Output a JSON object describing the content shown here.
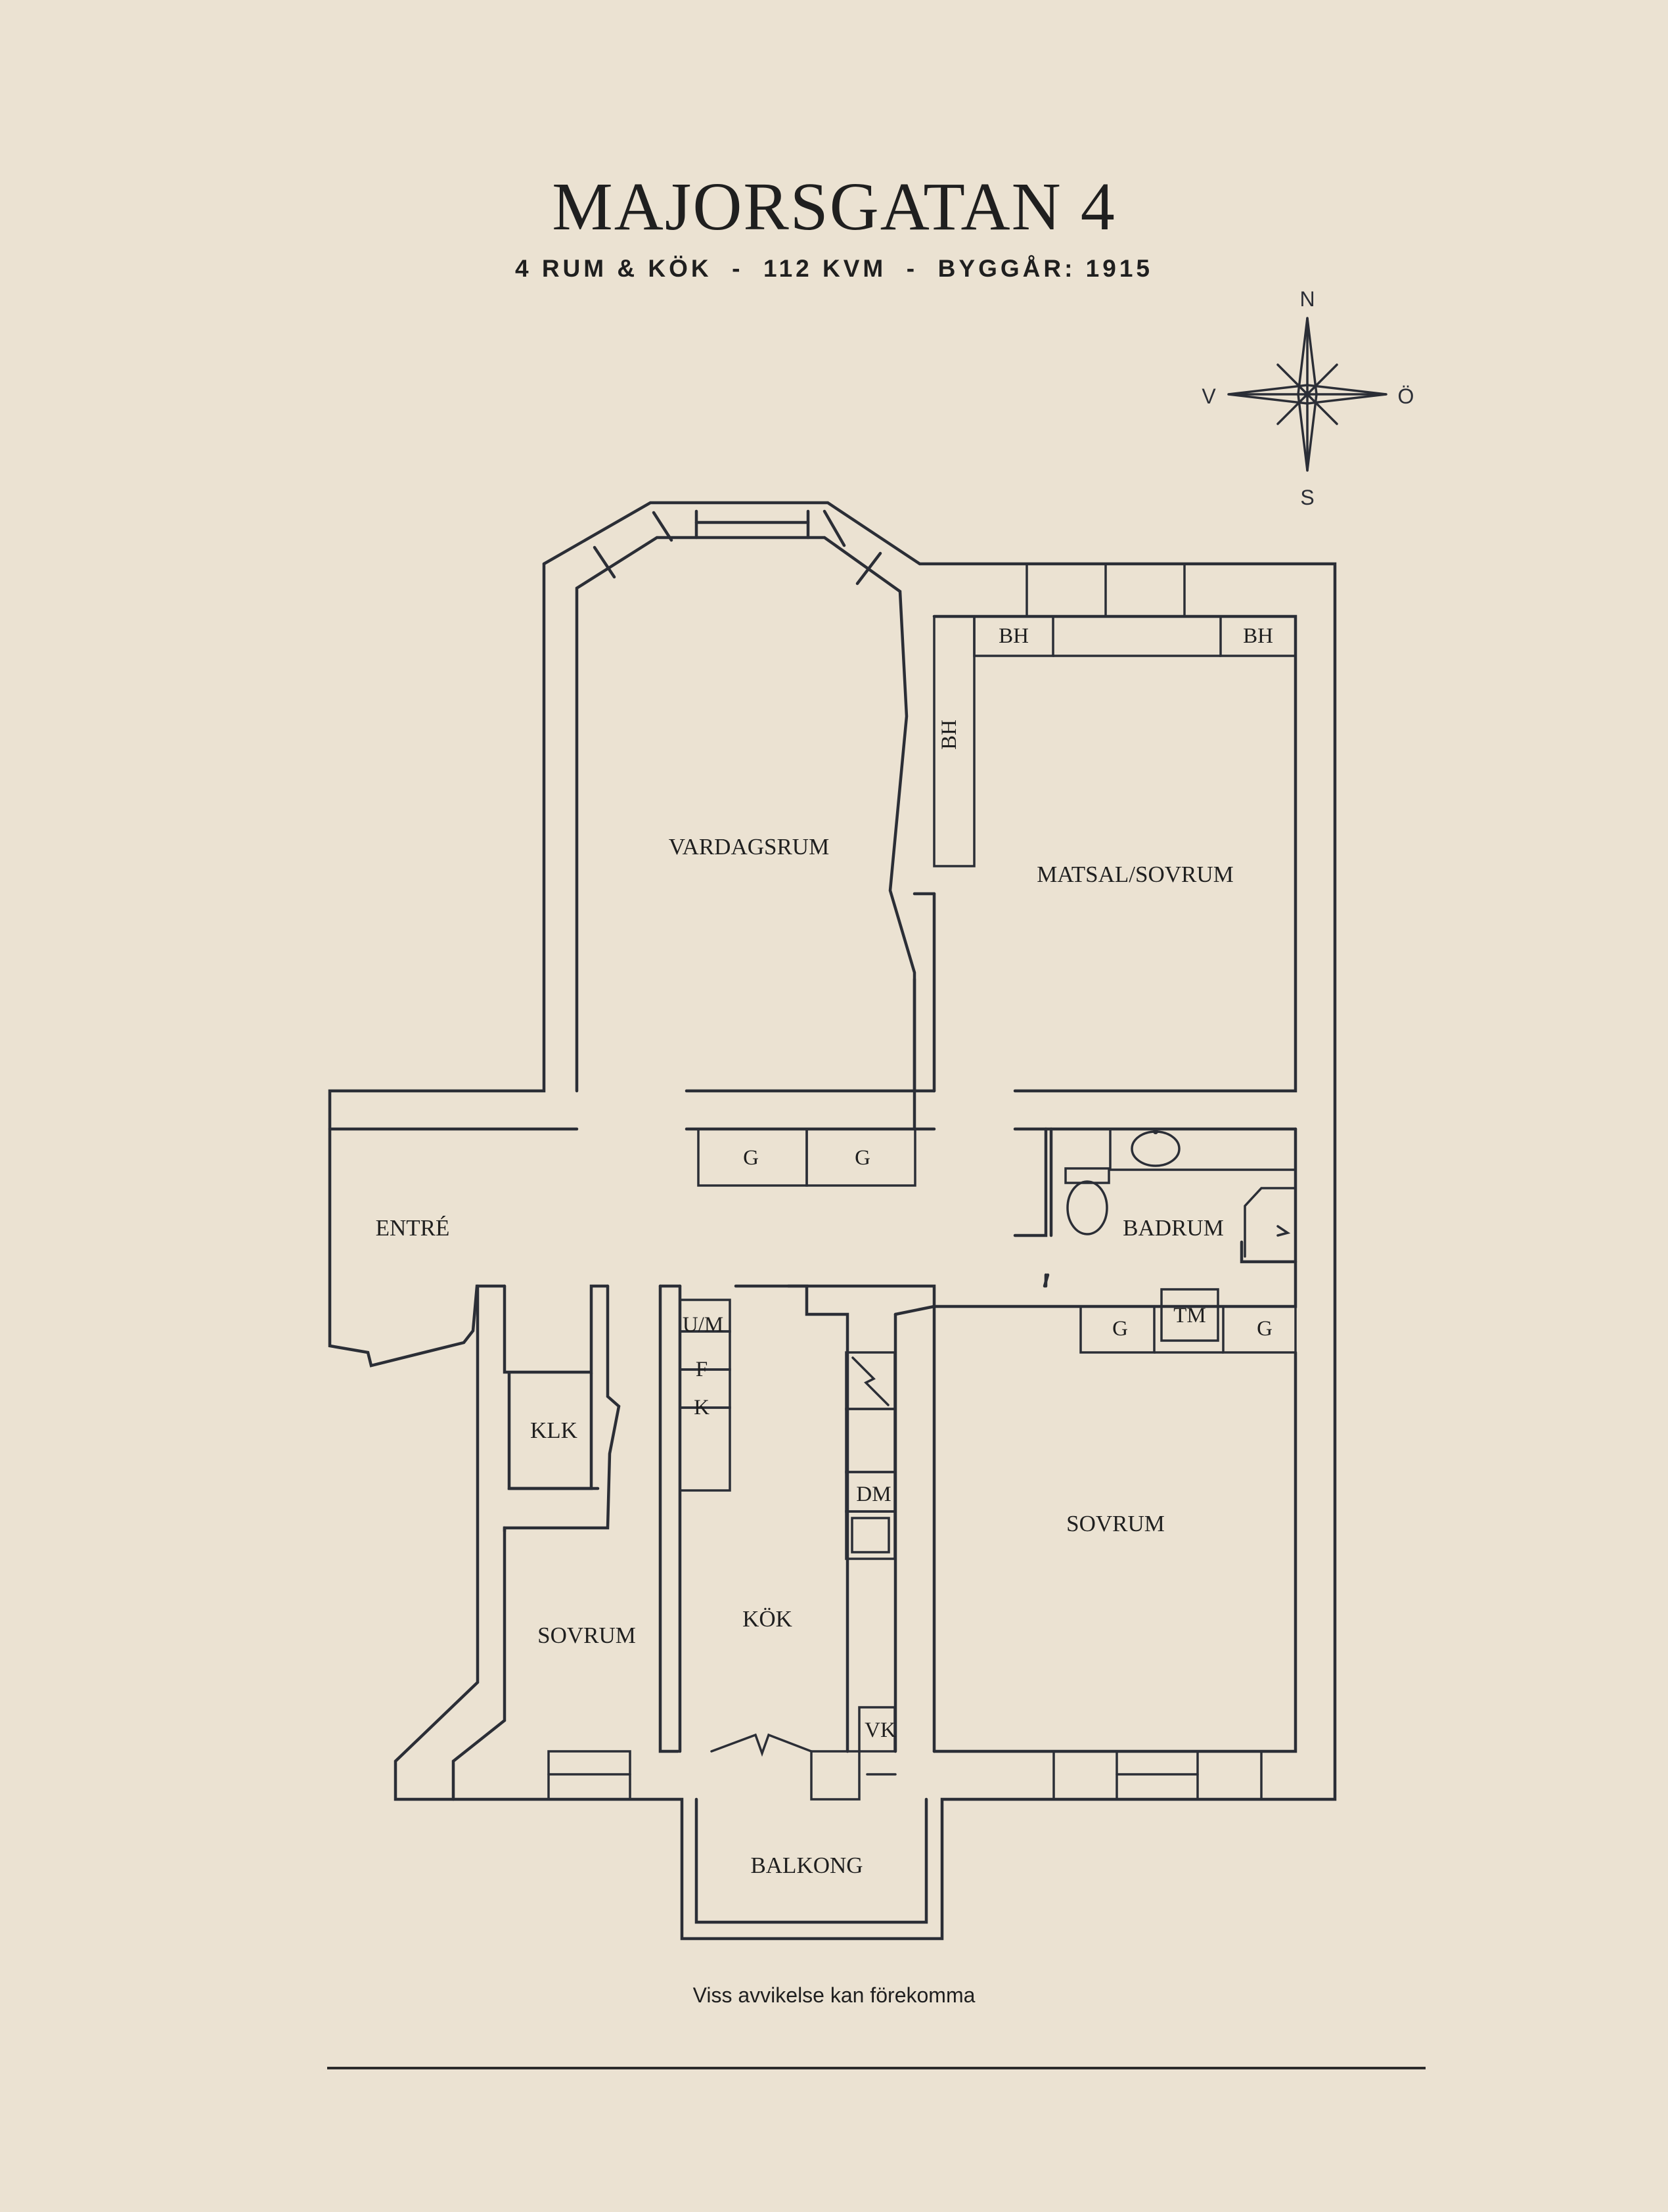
{
  "title": "MAJORSGATAN 4",
  "subtitle": "4 RUM & KÖK  -  112 KVM  -  BYGGÅR: 1915",
  "compass": {
    "n": "N",
    "s": "S",
    "w": "V",
    "e": "Ö"
  },
  "rooms": {
    "vardagsrum": "VARDAGSRUM",
    "matsal": "MATSAL/SOVRUM",
    "entre": "ENTRÉ",
    "badrum": "BADRUM",
    "klk": "KLK",
    "sovrum_left": "SOVRUM",
    "kok": "KÖK",
    "sovrum_right": "SOVRUM",
    "balkong": "BALKONG"
  },
  "fixtures": {
    "bh_top_left": "BH",
    "bh_top_right": "BH",
    "bh_vertical": "BH",
    "g_hall_1": "G",
    "g_hall_2": "G",
    "um": "U/M",
    "f": "F",
    "k": "K",
    "dm": "DM",
    "vk": "VK",
    "g_bed_1": "G",
    "tm": "TM",
    "g_bed_2": "G"
  },
  "disclaimer": "Viss avvikelse kan förekomma"
}
